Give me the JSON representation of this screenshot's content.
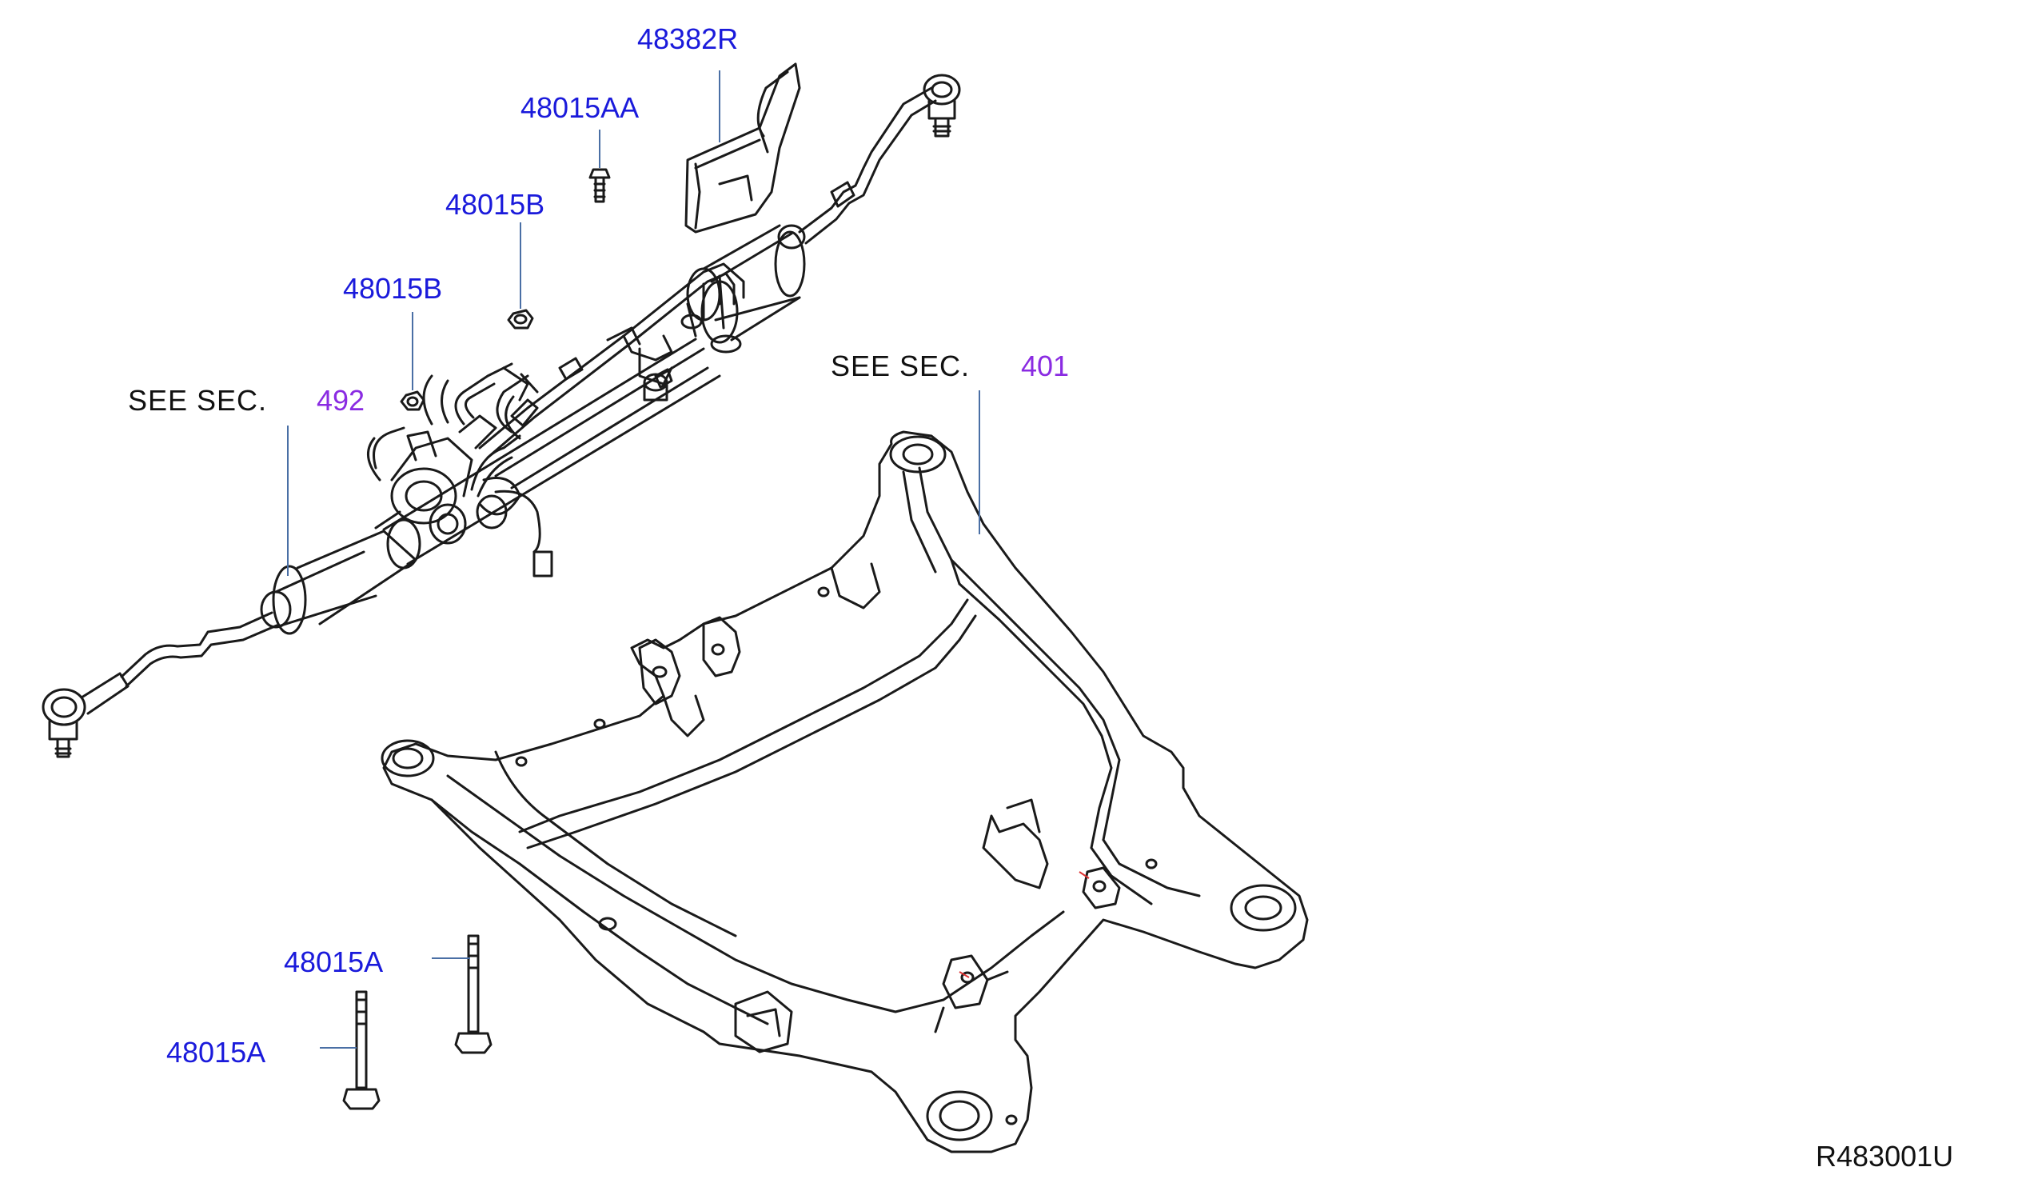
{
  "colors": {
    "part_label": "#1a1adb",
    "section_number": "#8a2be2",
    "line_art": "#1a1a1a",
    "leader": "#4a6fa5"
  },
  "labels": {
    "p48382R": "48382R",
    "p48015AA": "48015AA",
    "p48015B_upper": "48015B",
    "p48015B_lower": "48015B",
    "p48015A_upper": "48015A",
    "p48015A_lower": "48015A",
    "see_sec_left": "SEE  SEC.",
    "sec_left": "492",
    "see_sec_right": "SEE  SEC.",
    "sec_right": "401",
    "ref_code": "R483001U"
  }
}
